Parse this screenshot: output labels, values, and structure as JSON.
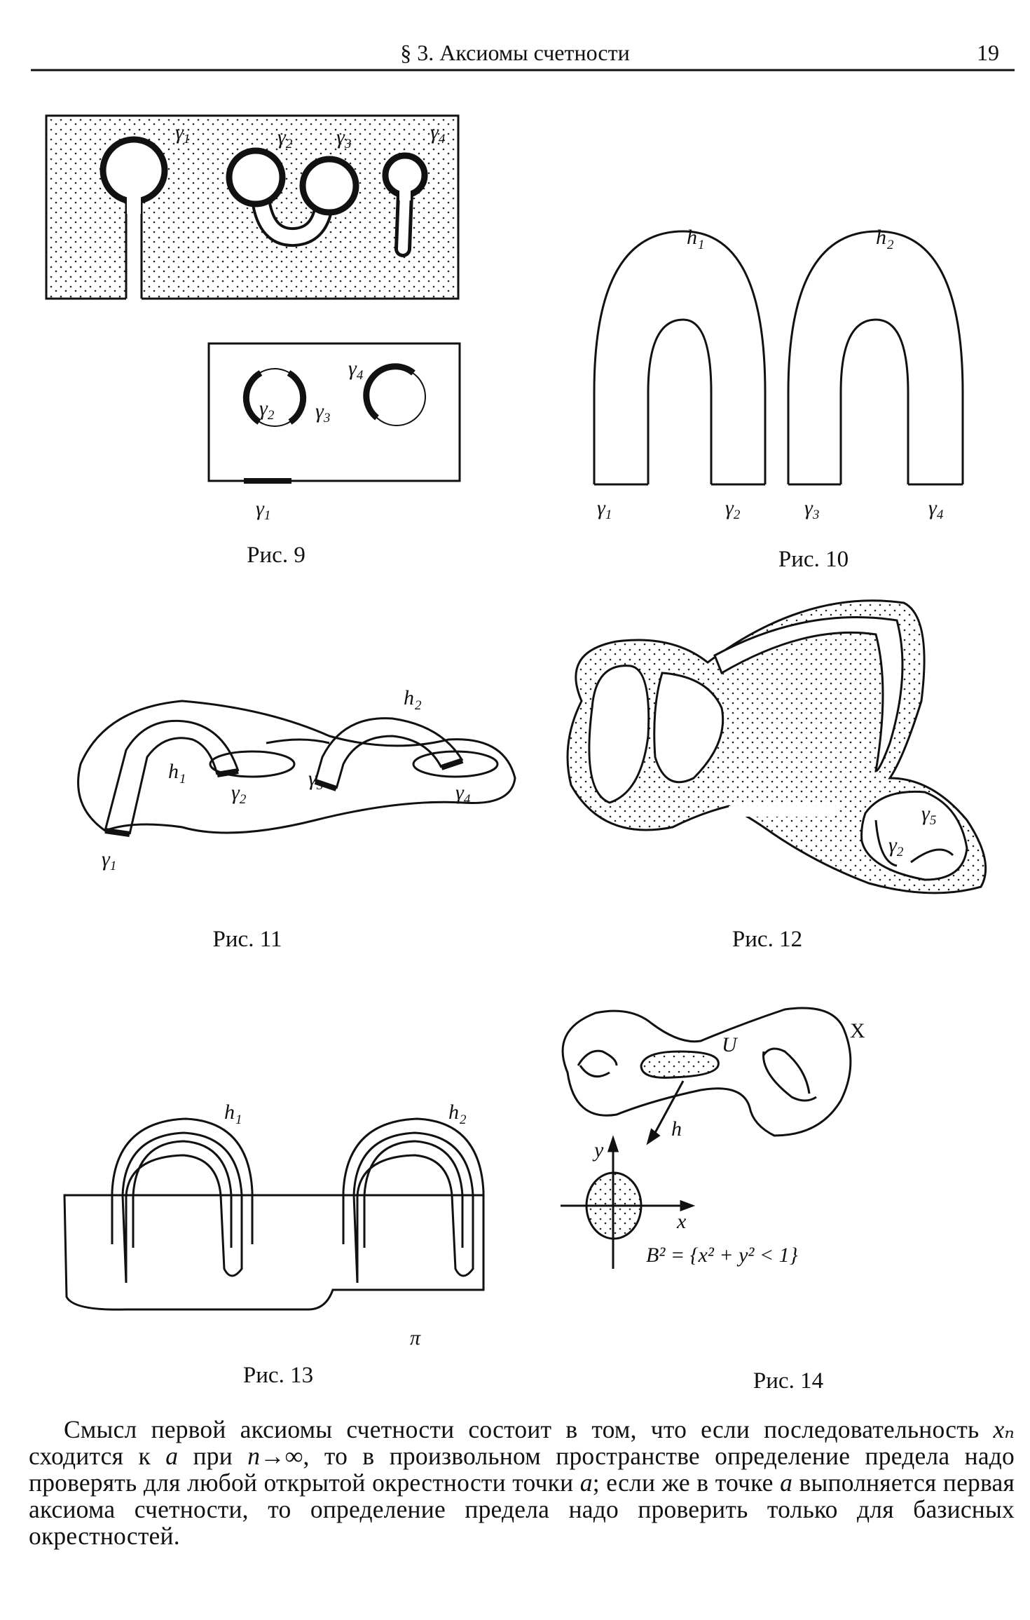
{
  "header": {
    "section": "§ 3. Аксиомы счетности",
    "page_number": "19"
  },
  "fig9": {
    "caption": "Рис. 9",
    "top_labels": {
      "g1": "γ",
      "g1s": "1",
      "g2": "γ",
      "g2s": "2",
      "g3": "γ",
      "g3s": "3",
      "g4": "γ",
      "g4s": "4"
    },
    "bottom_labels": {
      "g1": "γ",
      "g1s": "1",
      "g2": "γ",
      "g2s": "2",
      "g3": "γ",
      "g3s": "3",
      "g4": "γ",
      "g4s": "4"
    }
  },
  "fig10": {
    "caption": "Рис. 10",
    "labels": {
      "h1": "h",
      "h1s": "1",
      "h2": "h",
      "h2s": "2",
      "g1": "γ",
      "g1s": "1",
      "g2": "γ",
      "g2s": "2",
      "g3": "γ",
      "g3s": "3",
      "g4": "γ",
      "g4s": "4"
    }
  },
  "fig11": {
    "caption": "Рис. 11",
    "labels": {
      "h1": "h",
      "h1s": "1",
      "h2": "h",
      "h2s": "2",
      "g1": "γ",
      "g1s": "1",
      "g2": "γ",
      "g2s": "2",
      "g3": "γ",
      "g3s": "3",
      "g4": "γ",
      "g4s": "4"
    }
  },
  "fig12": {
    "caption": "Рис. 12",
    "labels": {
      "g2": "γ",
      "g2s": "2",
      "g5": "γ",
      "g5s": "5"
    }
  },
  "fig13": {
    "caption": "Рис. 13",
    "labels": {
      "h1": "h",
      "h1s": "1",
      "h2": "h",
      "h2s": "2",
      "pi": "π"
    }
  },
  "fig14": {
    "caption": "Рис. 14",
    "labels": {
      "X": "X",
      "U": "U",
      "h": "h",
      "y": "y",
      "x": "x",
      "formula": "B² = {x² + y² < 1}"
    }
  },
  "body": {
    "p1": "Смысл первой аксиомы счетности состоит в том, что если последовательность ",
    "xn": "xₙ",
    "p2": " сходится к ",
    "a1": "a",
    "p3": " при ",
    "ninf": "n→∞",
    "p4": ", то в произвольном пространстве определение предела надо проверять для любой открытой окрестности точки ",
    "a2": "a",
    "p5": "; если же в точке ",
    "a3": "a",
    "p6": " выполняется первая аксиома счетности, то определение предела надо проверить только для базисных окрестностей."
  }
}
